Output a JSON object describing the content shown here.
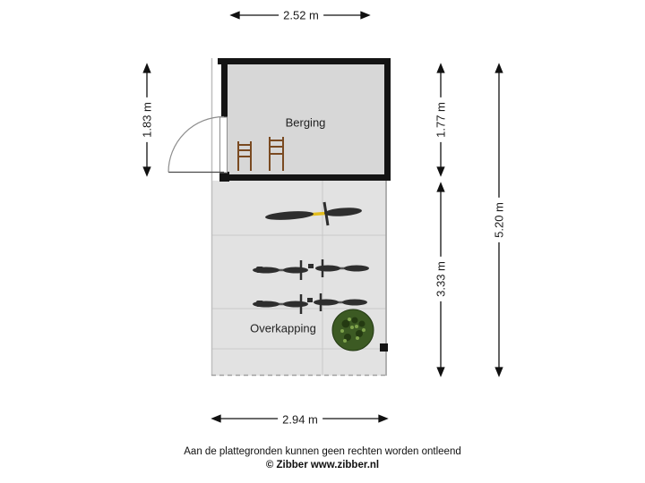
{
  "plan": {
    "rooms": {
      "berging": "Berging",
      "overkapping": "Overkapping"
    },
    "dims": {
      "top": "2.52 m",
      "left": "1.83 m",
      "right_upper": "1.77 m",
      "right_lower": "3.33 m",
      "right_total": "5.20 m",
      "bottom": "2.94 m"
    }
  },
  "footer": {
    "disclaimer": "Aan de plattegronden kunnen geen rechten worden ontleend",
    "credit": "© Zibber www.zibber.nl"
  },
  "colors": {
    "wall": "#141414",
    "berging_floor": "#d7d7d7",
    "overkapping_floor": "#e2e2e2",
    "bike_accent": "#e3bd1c",
    "bike_dark": "#2e2e2e",
    "plant": "#3c5a23",
    "wood": "#7a4a21"
  }
}
